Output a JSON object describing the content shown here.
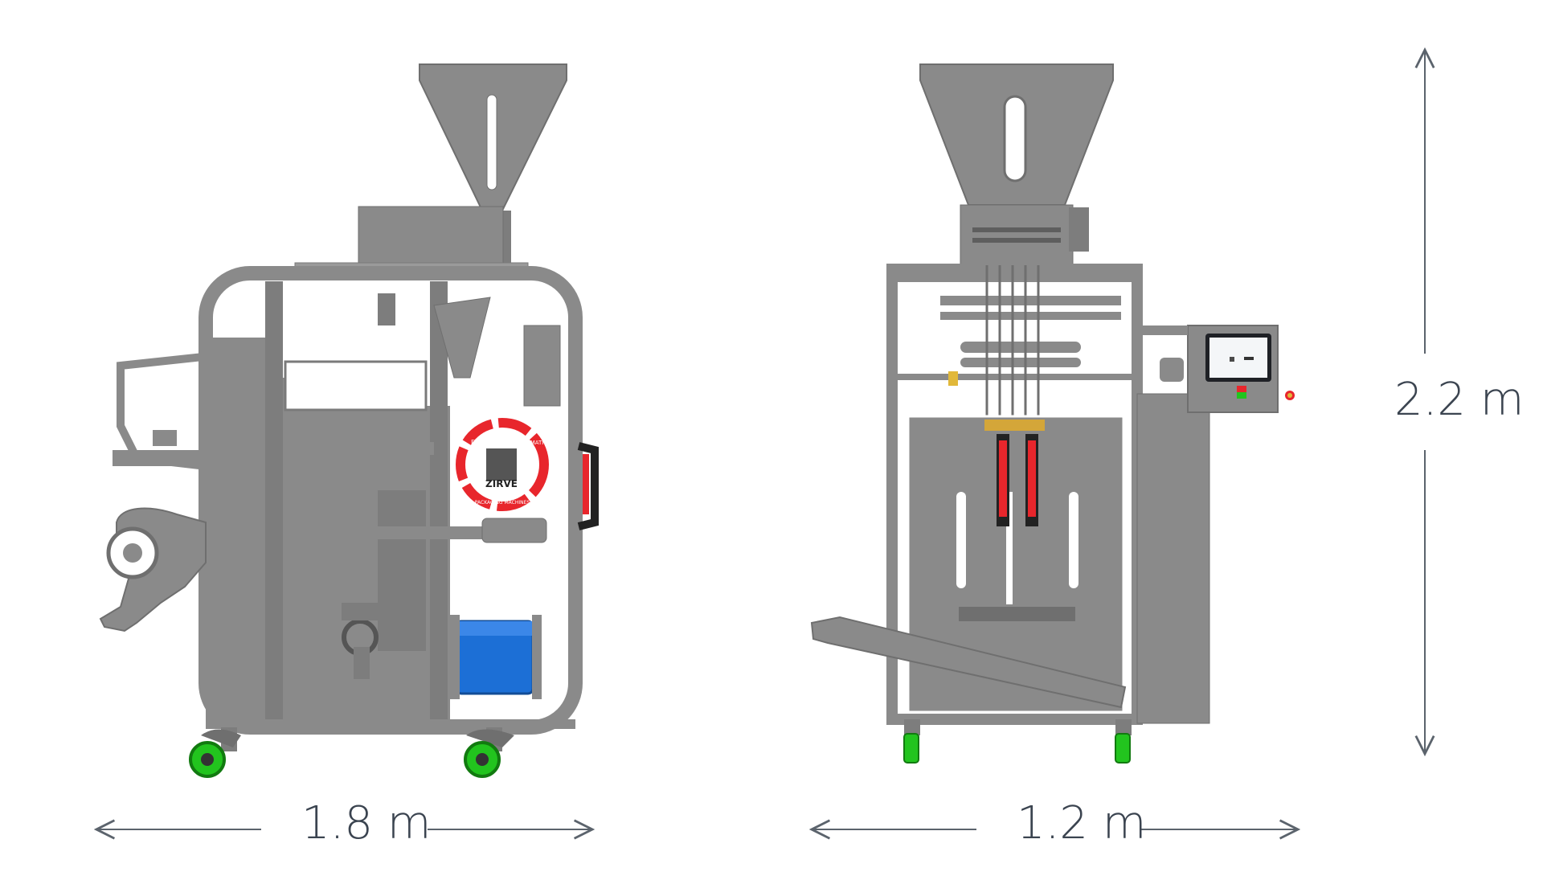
{
  "dimensions": {
    "side_width": "1.8 m",
    "front_width": "1.2 m",
    "height": "2.2 m"
  },
  "logo": {
    "brand": "ZIRVE",
    "ring_text_left": "FULL",
    "ring_text_right": "AUTOMATIC",
    "ring_text_bottom": "PACKAGING MACHINES"
  },
  "colors": {
    "machine_body": "#8a8a8a",
    "machine_dark": "#6f6f6f",
    "machine_light": "#a3a3a3",
    "caster_wheel": "#22c41e",
    "accent_red": "#e8262c",
    "film_roll_blue": "#1c6fd6",
    "dimension_line": "#5b636c",
    "text": "#3b4450"
  }
}
